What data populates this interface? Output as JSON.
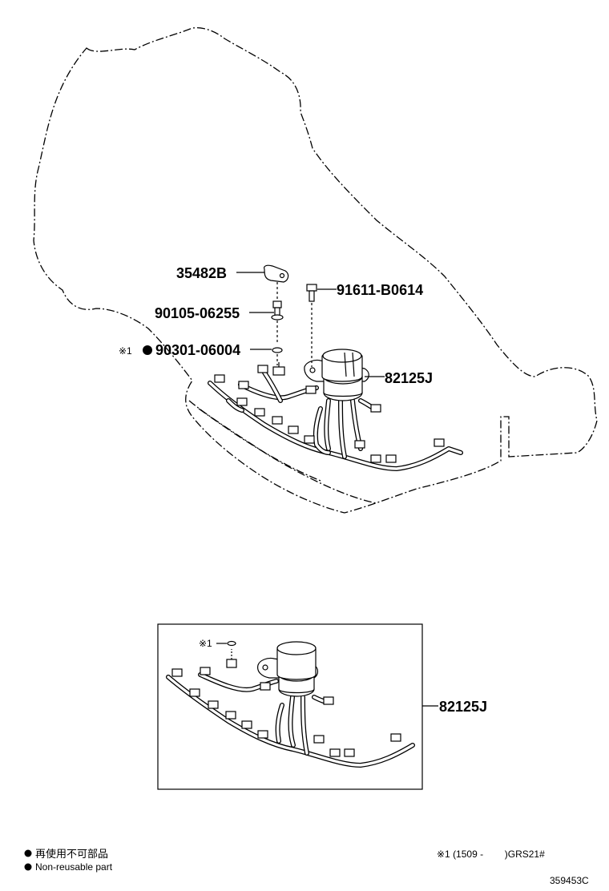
{
  "diagram": {
    "callouts": {
      "bracket": "35482B",
      "bolt_bracket": "90105-06255",
      "bolt_connector": "91611-B0614",
      "oring_mark": "※1",
      "oring": "90301-06004",
      "harness": "82125J",
      "harness_assembly": "82125J"
    },
    "inset": {
      "oring_mark": "※1"
    },
    "legend": {
      "non_reusable_jp": "再使用不可部品",
      "non_reusable_en": "Non-reusable part"
    },
    "footnote": "※1 (1509 -        )GRS21#",
    "drawing_number": "359453C"
  }
}
